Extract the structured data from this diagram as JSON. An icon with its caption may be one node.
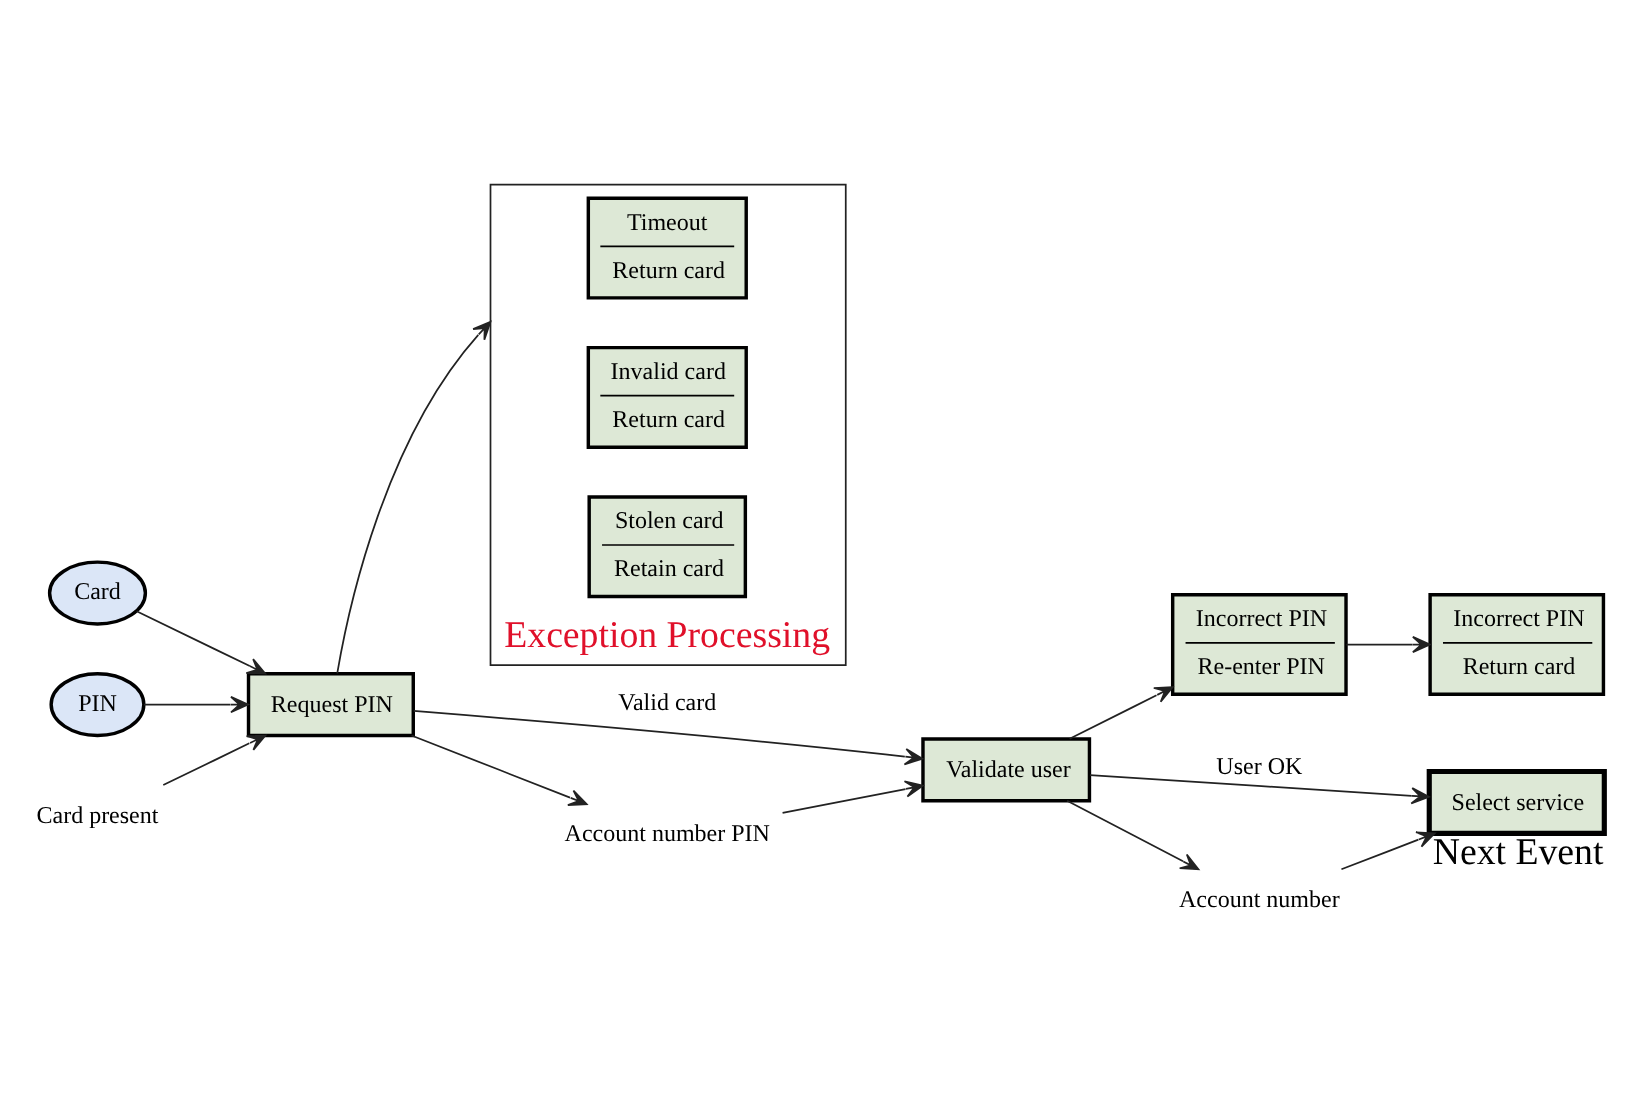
{
  "diagram": {
    "nodes": [
      {
        "text": [
          "Card"
        ]
      },
      {
        "text": [
          "PIN"
        ]
      },
      {
        "text": [
          "Request PIN"
        ]
      },
      {
        "text": [
          "Exception Processing"
        ]
      },
      {
        "text": [
          "Timeout",
          "Return card"
        ],
        "in": 3
      },
      {
        "text": [
          "Invalid card",
          "Return card"
        ],
        "in": 3
      },
      {
        "text": [
          "Stolen card",
          "Retain card"
        ],
        "in": 3
      },
      {
        "text": [
          "Validate user"
        ]
      },
      {
        "text": [
          "Incorrect PIN",
          "Re-enter PIN"
        ]
      },
      {
        "text": [
          "Incorrect PIN",
          "Return card"
        ]
      },
      {
        "text": [
          "Select service"
        ],
        "beside": [
          "Next Event"
        ]
      },
      {
        "text": [
          "Card present"
        ]
      },
      {
        "text": [
          "Account number PIN"
        ]
      },
      {
        "text": [
          "Account number"
        ]
      }
    ],
    "edges": [
      {
        "from": 11,
        "to": 2,
        "arrow": "to"
      },
      {
        "from": 0,
        "to": 2,
        "arrow": "to"
      },
      {
        "from": 1,
        "to": 2,
        "arrow": "to"
      },
      {
        "from": 2,
        "to": 7,
        "arrow": "to",
        "label": "Valid card"
      },
      {
        "from": 2,
        "to": 12,
        "arrow": "to"
      },
      {
        "from": 12,
        "to": 7,
        "arrow": "to"
      },
      {
        "from": 2,
        "to": 3,
        "arrow": "to"
      },
      {
        "from": 7,
        "to": 13,
        "arrow": "to"
      },
      {
        "from": 13,
        "to": 10,
        "arrow": "to"
      },
      {
        "from": 7,
        "to": 10,
        "arrow": "to",
        "label": "User OK"
      },
      {
        "from": 7,
        "to": 8,
        "arrow": "to"
      },
      {
        "from": 8,
        "to": 9,
        "arrow": "to"
      }
    ]
  }
}
